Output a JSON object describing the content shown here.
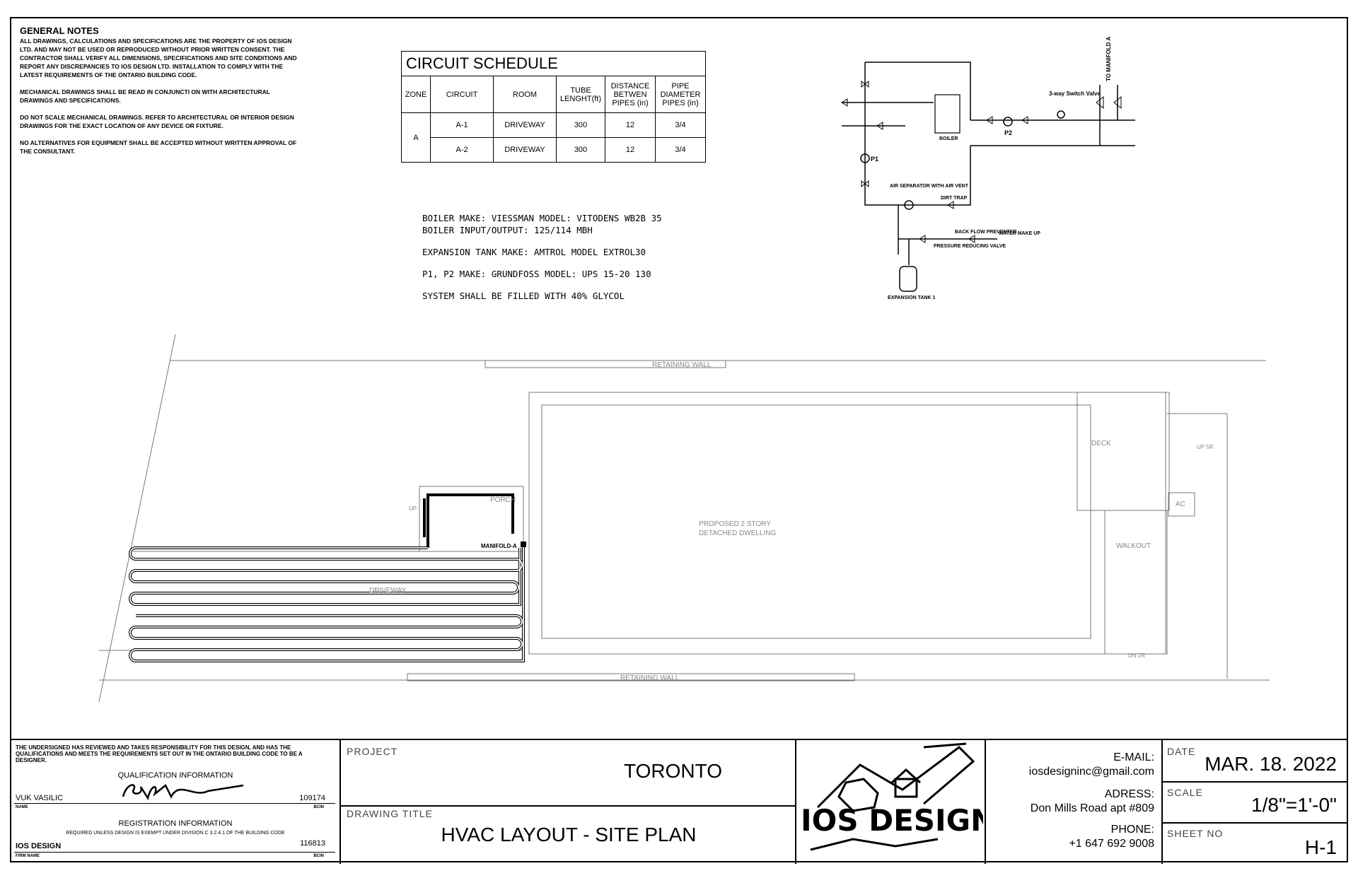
{
  "general_notes": {
    "title": "GENERAL NOTES",
    "paragraphs": [
      "ALL DRAWINGS, CALCULATIONS AND SPECIFICATIONS ARE THE PROPERTY OF IOS DESIGN LTD. AND MAY NOT BE USED OR REPRODUCED WITHOUT PRIOR WRITTEN CONSENT. THE CONTRACTOR SHALL VERIFY ALL DIMENSIONS, SPECIFICATIONS AND SITE CONDITIONS AND REPORT ANY DISCREPANCIES TO IOS DESIGN LTD. INSTALLATION TO COMPLY WITH THE LATEST REQUIREMENTS OF THE ONTARIO BUILDING CODE.",
      "MECHANICAL DRAWINGS SHALL BE READ IN CONJUNCTI ON WITH ARCHITECTURAL DRAWINGS AND SPECIFICATIONS.",
      "DO NOT SCALE MECHANICAL DRAWINGS. REFER TO ARCHITECTURAL OR INTERIOR DESIGN DRAWINGS FOR THE EXACT LOCATION OF ANY DEVICE OR FIXTURE.",
      "NO ALTERNATIVES FOR EQUIPMENT SHALL BE ACCEPTED WITHOUT WRITTEN APPROVAL OF THE CONSULTANT."
    ]
  },
  "circuit_schedule": {
    "title": "CIRCUIT SCHEDULE",
    "headers": [
      "ZONE",
      "CIRCUIT",
      "ROOM",
      "TUBE LENGHT(ft)",
      "DISTANCE BETWEN PIPES (in)",
      "PIPE DIAMETER PIPES (in)"
    ],
    "zone": "A",
    "rows": [
      [
        "A-1",
        "DRIVEWAY",
        "300",
        "12",
        "3/4"
      ],
      [
        "A-2",
        "DRIVEWAY",
        "300",
        "12",
        "3/4"
      ]
    ]
  },
  "specs": {
    "boiler_make": "BOILER MAKE: VIESSMAN MODEL: VITODENS WB2B 35",
    "boiler_io": "BOILER INPUT/OUTPUT: 125/114 MBH",
    "expansion_tank": "EXPANSION TANK MAKE: AMTROL MODEL EXTROL30",
    "pumps": "P1, P2 MAKE: GRUNDFOSS MODEL: UPS 15-20 130",
    "glycol": "SYSTEM SHALL BE FILLED WITH 40% GLYCOL"
  },
  "schematic": {
    "boiler": "BOILER",
    "p1": "P1",
    "p2": "P2",
    "switch_valve": "3-way Switch Valve",
    "to_manifold": "TO MANIFOLD A",
    "air_separator": "AIR SEPARATOR WITH AIR VENT",
    "dirt_trap": "DIRT TRAP",
    "back_flow": "BACK FLOW PREVENTER",
    "prv": "PRESSURE REDUCING VALVE",
    "water_makeup": "WATER MAKE UP",
    "expansion_tank": "EXPANSION TANK 1"
  },
  "site_plan": {
    "retaining_wall_top": "RETAINING WALL",
    "retaining_wall_bottom": "RETAINING WALL",
    "dwelling_line1": "PROPOSED 2 STORY",
    "dwelling_line2": "DETACHED DWELLING",
    "deck": "DECK",
    "ac": "AC",
    "walkout": "WALKOUT",
    "up_5r": "UP 5R",
    "dn_2r": "DN 2R",
    "porch": "PORCH",
    "up": "UP",
    "manifold": "MANIFOLD-A",
    "driveway": "DRIVEWAY"
  },
  "title_block": {
    "undersigned": "THE UNDERSIGNED HAS REVIEWED AND TAKES RESPONSIBILITY FOR THIS DESIGN, AND HAS THE QUALIFICATIONS AND MEETS THE REQUIREMENTS SET OUT IN THE ONTARIO BUILDING CODE TO BE A DESIGNER.",
    "qualification": "QUALIFICATION INFORMATION",
    "name": "VUK VASILIC",
    "name_label": "NAME",
    "bcin": "109174",
    "bcin_label": "BCIN",
    "registration": "REGISTRATION INFORMATION",
    "registration_note": "REQUIRED UNLESS DESIGN IS EXEMPT UNDER DIVISION C 3.2.4.1 OF THE BUILDING CODE",
    "firm": "IOS DESIGN",
    "firm_label": "FIRM NAME",
    "firm_bcin": "116813",
    "firm_bcin_label": "BCIN",
    "project_label": "PROJECT",
    "project": "TORONTO",
    "drawing_title_label": "DRAWING TITLE",
    "drawing_title": "HVAC LAYOUT - SITE PLAN",
    "logo_text": "IOS DESIGN",
    "email_label": "E-MAIL:",
    "email": "iosdesigninc@gmail.com",
    "address_label": "ADRESS:",
    "address": "Don Mills Road apt #809",
    "phone_label": "PHONE:",
    "phone": "+1 647 692 9008",
    "date_label": "DATE",
    "date": "MAR. 18. 2022",
    "scale_label": "SCALE",
    "scale": "1/8\"=1'-0\"",
    "sheet_label": "SHEET NO",
    "sheet": "H-1"
  }
}
